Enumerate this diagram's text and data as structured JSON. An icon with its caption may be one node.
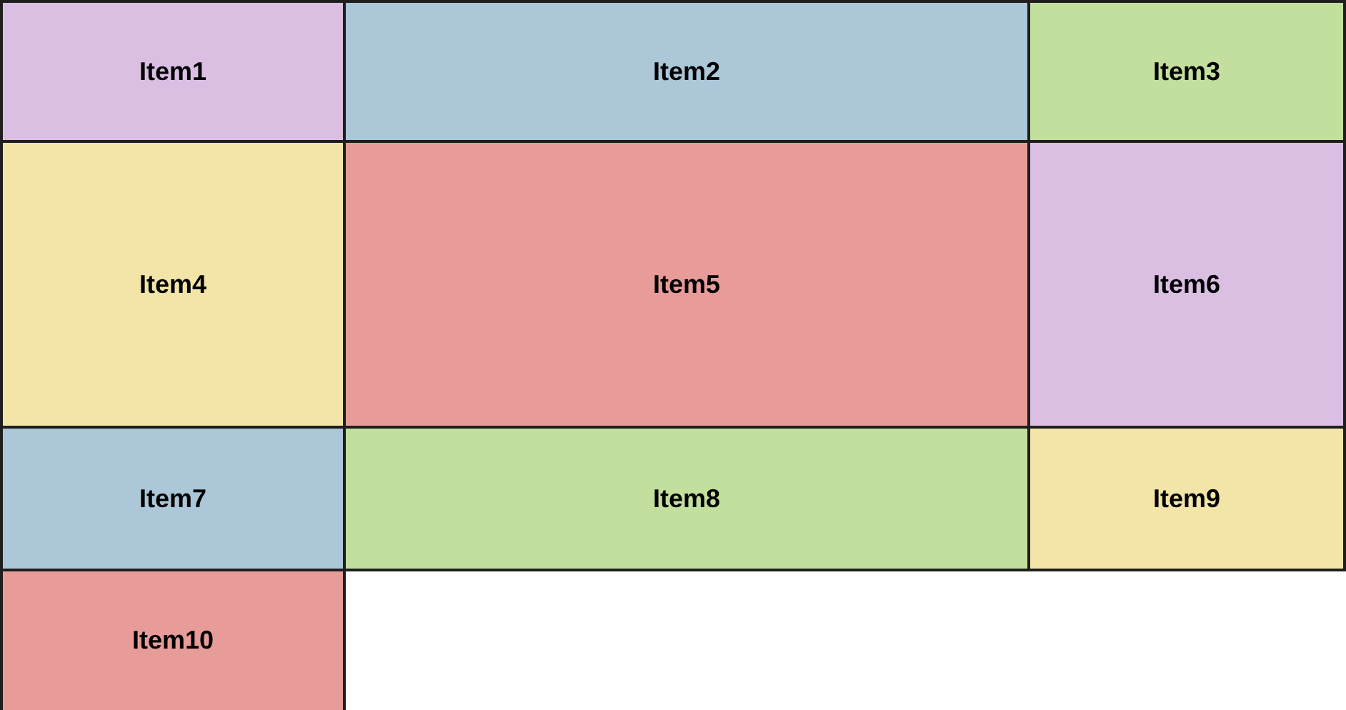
{
  "diagram": {
    "nodes": [
      {
        "text": [
          "Item1"
        ]
      },
      {
        "text": [
          "Item2"
        ]
      },
      {
        "text": [
          "Item3"
        ]
      },
      {
        "text": [
          "Item4"
        ]
      },
      {
        "text": [
          "Item5"
        ]
      },
      {
        "text": [
          "Item6"
        ]
      },
      {
        "text": [
          "Item7"
        ]
      },
      {
        "text": [
          "Item8"
        ]
      },
      {
        "text": [
          "Item9"
        ]
      },
      {
        "text": [
          "Item10"
        ]
      }
    ]
  }
}
